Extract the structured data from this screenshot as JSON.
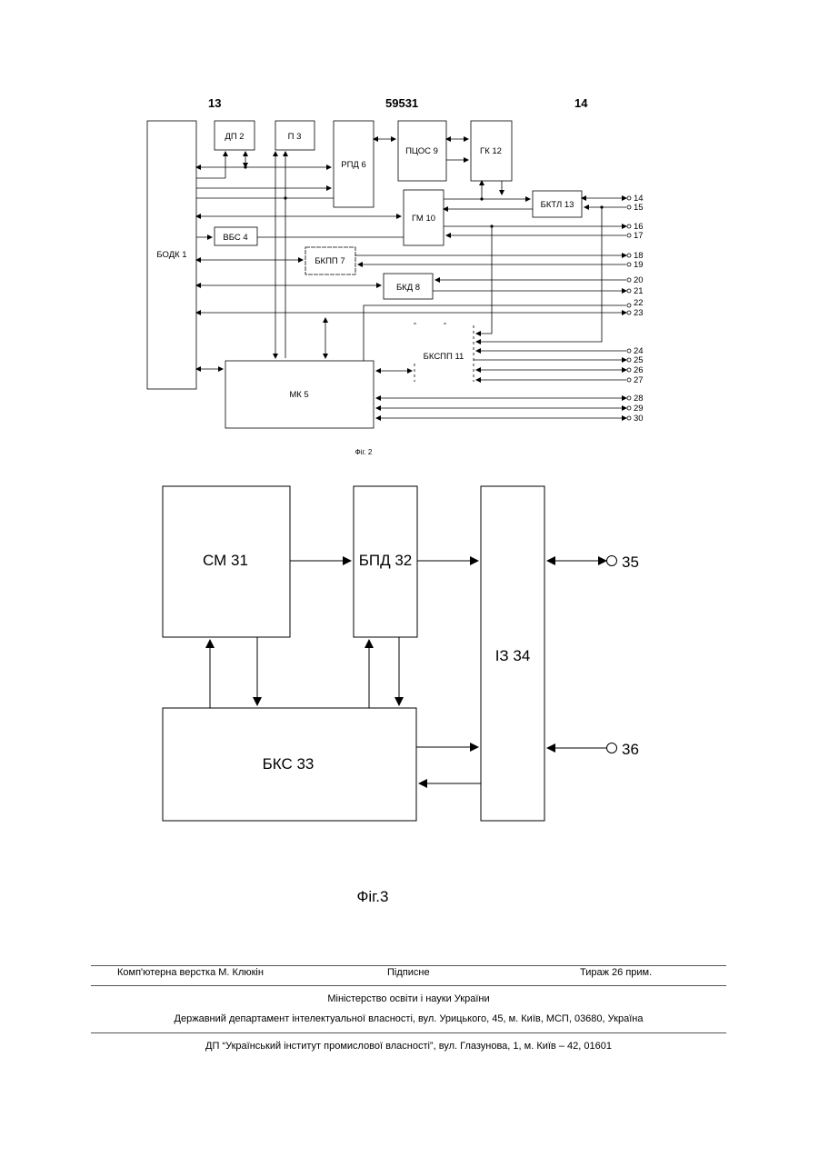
{
  "header": {
    "left_page": "13",
    "patent_number": "59531",
    "right_page": "14"
  },
  "fig2": {
    "caption": "Фіг. 2",
    "blocks": {
      "bodk": "БОДК 1",
      "dp": "ДП 2",
      "p": "П 3",
      "vbs": "ВБС 4",
      "mk": "МК 5",
      "rpd": "РПД 6",
      "bkpp": "БКПП 7",
      "bkd": "БКД 8",
      "pcos": "ПЦОС 9",
      "gm": "ГМ 10",
      "bkspp": "БКСПП 11",
      "gk": "ГК 12",
      "bktl": "БКТЛ 13"
    },
    "terminals": [
      "14",
      "15",
      "16",
      "17",
      "18",
      "19",
      "20",
      "21",
      "22",
      "23",
      "24",
      "25",
      "26",
      "27",
      "28",
      "29",
      "30"
    ]
  },
  "fig3": {
    "caption": "Фіг.3",
    "blocks": {
      "sm": "СМ 31",
      "bpd": "БПД 32",
      "bks": "БКС 33",
      "iz": "ІЗ 34"
    },
    "terminals": [
      "35",
      "36"
    ]
  },
  "footer": {
    "layout": "Комп'ютерна верстка М. Клюкін",
    "signed": "Підписне",
    "circulation": "Тираж 26 прим.",
    "ministry": "Міністерство освіти і науки України",
    "department": "Державний департамент інтелектуальної власності, вул. Урицького, 45, м. Київ, МСП, 03680, Україна",
    "institute": "ДП “Український інститут промислової власності”, вул. Глазунова, 1, м. Київ – 42, 01601"
  }
}
